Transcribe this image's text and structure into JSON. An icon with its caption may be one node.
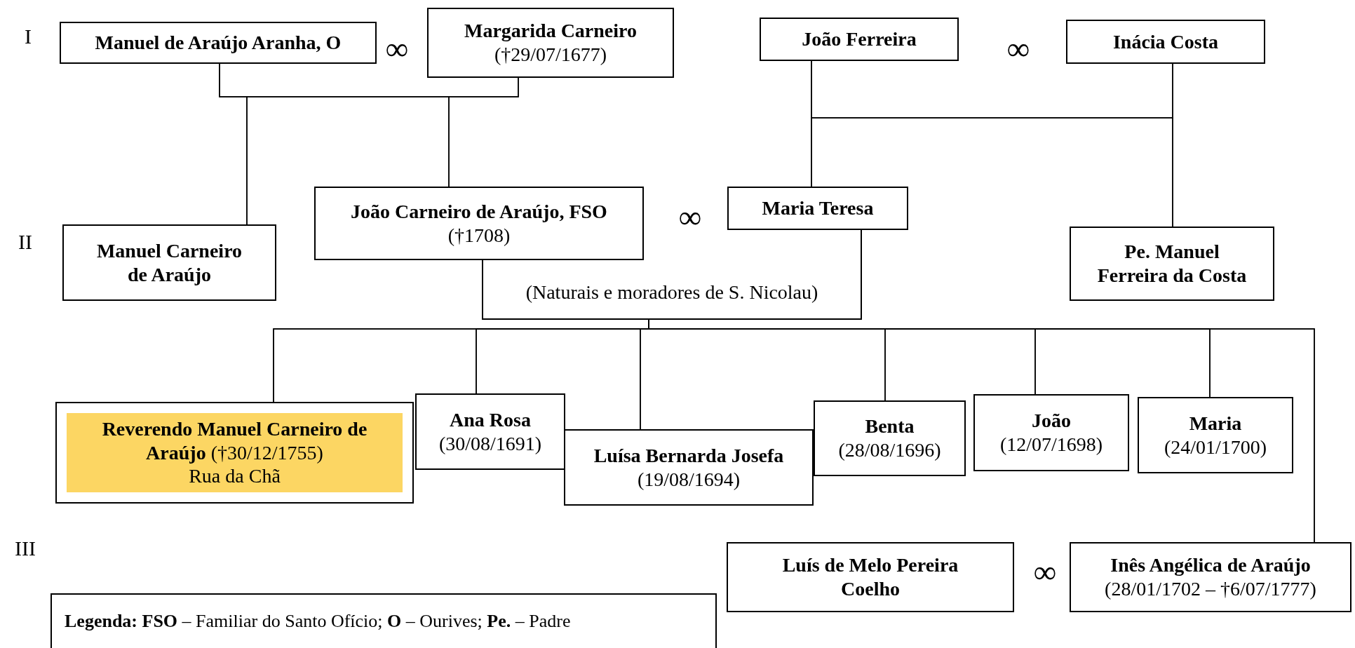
{
  "diagram": {
    "nodes": [
      {
        "text": [
          "Manuel de Araújo Aranha, O"
        ]
      },
      {
        "text": [
          "Margarida Carneiro",
          "(†29/07/1677)"
        ]
      },
      {
        "text": [
          "João Ferreira"
        ]
      },
      {
        "text": [
          "Inácia Costa"
        ]
      },
      {
        "text": [
          "Manuel Carneiro de Araújo"
        ]
      },
      {
        "text": [
          "João Carneiro de Araújo, FSO",
          "(†1708)"
        ]
      },
      {
        "text": [
          "Maria Teresa"
        ]
      },
      {
        "text": [
          "Pe. Manuel Ferreira da Costa"
        ]
      },
      {
        "text": [
          "**Reverendo Manuel Carneiro de Araújo** (†30/12/1755)",
          "Rua da Chã"
        ]
      },
      {
        "text": [
          "Ana Rosa",
          "(30/08/1691)"
        ]
      },
      {
        "text": [
          "Luísa Bernarda Josefa",
          "(19/08/1694)"
        ]
      },
      {
        "text": [
          "Benta",
          "(28/08/1696)"
        ]
      },
      {
        "text": [
          "João",
          "(12/07/1698)"
        ]
      },
      {
        "text": [
          "Maria",
          "(24/01/1700)"
        ]
      },
      {
        "text": [
          "Luís de Melo Pereira Coelho"
        ]
      },
      {
        "text": [
          "Inês Angélica de Araújo",
          "(28/01/1702 – †6/07/1777)"
        ]
      },
      {
        "text": [
          "**Legenda:** **FSO** – Familiar do Santo Ofício; **O** – Ourives; **Pe.** – Padre"
        ]
      }
    ],
    "edges": [
      {
        "from": 0,
        "to": 4,
        "arrow": "none"
      },
      {
        "from": 1,
        "to": 4,
        "arrow": "none"
      },
      {
        "from": 0,
        "to": 5,
        "arrow": "none"
      },
      {
        "from": 1,
        "to": 5,
        "arrow": "none"
      },
      {
        "from": 2,
        "to": 6,
        "arrow": "none"
      },
      {
        "from": 3,
        "to": 6,
        "arrow": "none"
      },
      {
        "from": 2,
        "to": 7,
        "arrow": "none"
      },
      {
        "from": 3,
        "to": 7,
        "arrow": "none"
      },
      {
        "from": 5,
        "to": 8,
        "arrow": "none"
      },
      {
        "from": 6,
        "to": 8,
        "arrow": "none"
      },
      {
        "from": 5,
        "to": 9,
        "arrow": "none"
      },
      {
        "from": 6,
        "to": 9,
        "arrow": "none"
      },
      {
        "from": 5,
        "to": 10,
        "arrow": "none"
      },
      {
        "from": 6,
        "to": 10,
        "arrow": "none"
      },
      {
        "from": 5,
        "to": 11,
        "arrow": "none"
      },
      {
        "from": 6,
        "to": 11,
        "arrow": "none"
      },
      {
        "from": 5,
        "to": 12,
        "arrow": "none"
      },
      {
        "from": 6,
        "to": 12,
        "arrow": "none"
      },
      {
        "from": 5,
        "to": 13,
        "arrow": "none"
      },
      {
        "from": 6,
        "to": 13,
        "arrow": "none"
      },
      {
        "from": 5,
        "to": 15,
        "arrow": "none"
      },
      {
        "from": 6,
        "to": 15,
        "arrow": "none"
      }
    ],
    "labels": [
      "I",
      "∞",
      "∞",
      "∞",
      "II",
      "(Naturais e moradores de S. Nicolau)",
      "III",
      "∞"
    ]
  }
}
